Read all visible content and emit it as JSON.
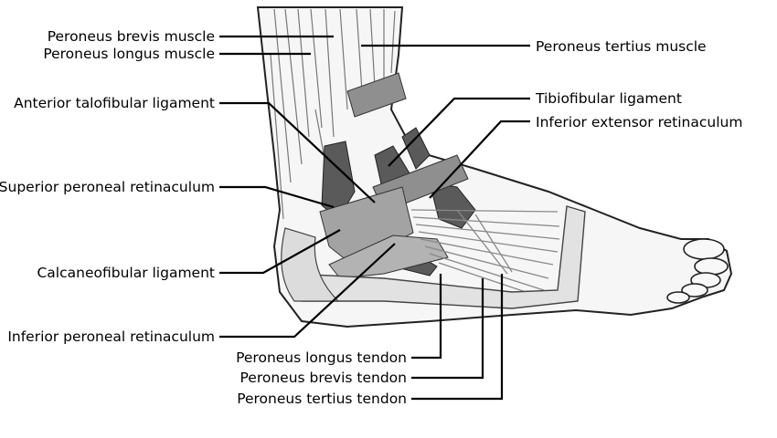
{
  "labels": {
    "peroneus_brevis_muscle": "Peroneus brevis muscle",
    "peroneus_longus_muscle": "Peroneus longus muscle",
    "anterior_talofibular_ligament": "Anterior talofibular ligament",
    "superior_peroneal_retinaculum": "Superior peroneal retinaculum",
    "calcaneofibular_ligament": "Calcaneofibular ligament",
    "inferior_peroneal_retinaculum": "Inferior peroneal retinaculum",
    "peroneus_tertius_muscle": "Peroneus tertius muscle",
    "tibiofibular_ligament": "Tibiofibular ligament",
    "inferior_extensor_retinaculum": "Inferior extensor retinaculum",
    "peroneus_longus_tendon": "Peroneus longus tendon",
    "peroneus_brevis_tendon": "Peroneus brevis tendon",
    "peroneus_tertius_tendon": "Peroneus tertius tendon"
  },
  "colors": {
    "line": "#000000",
    "ligament_band": "#8a8a8a",
    "dark_fill": "#555555",
    "skin": "#f4f4f4",
    "tendon": "#bdbdbd"
  }
}
